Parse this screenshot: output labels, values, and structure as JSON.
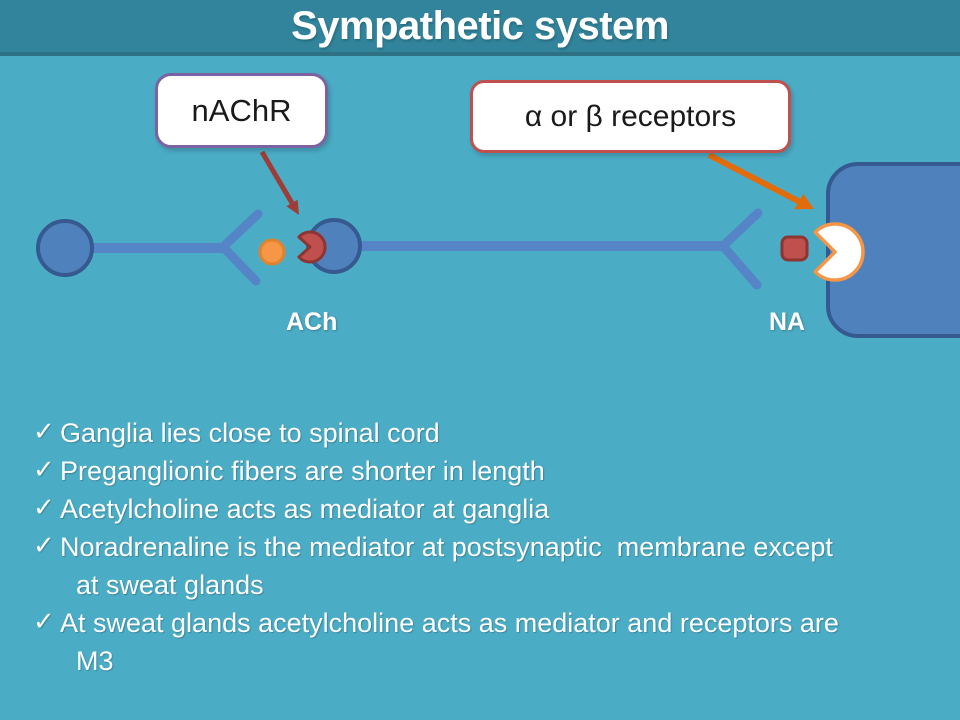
{
  "title_bar": {
    "title": "Sympathetic system"
  },
  "callouts": {
    "nachr": {
      "label": "nAChR"
    },
    "adrenergic": {
      "label": "α or β receptors"
    }
  },
  "diagram": {
    "labels": {
      "ach": "ACh",
      "na": "NA"
    },
    "elements": [
      "preganglionic-neuron-body",
      "preganglionic-axon",
      "preganglionic-terminal",
      "ach-vesicle",
      "nachr-receptor",
      "ganglion-neuron-body",
      "postganglionic-axon",
      "postganglionic-terminal",
      "na-vesicle",
      "adrenergic-receptor",
      "effector-organ"
    ]
  },
  "bullets": [
    {
      "check": "✓",
      "text": "Ganglia lies close to spinal cord"
    },
    {
      "check": "✓",
      "text": "Preganglionic fibers are shorter in length"
    },
    {
      "check": "✓",
      "text": "Acetylcholine acts as mediator at ganglia"
    },
    {
      "check": "✓",
      "text": "Noradrenaline is the mediator at postsynaptic  membrane except"
    },
    {
      "check": "",
      "text": "at sweat glands"
    },
    {
      "check": "✓",
      "text": "At sweat glands acetylcholine acts as mediator and receptors are"
    },
    {
      "check": "",
      "text": "M3"
    }
  ],
  "colors": {
    "background": "#4BACC6",
    "title_bar": "#31849B",
    "neuron_fill": "#4F81BD",
    "neuron_border": "#36598F",
    "axon": "#5585C7",
    "ach_vesicle": "#F79646",
    "ach_vesicle_border": "#E0832C",
    "red_receptor": "#C0504D",
    "red_receptor_border": "#8E3533",
    "white_receptor_border": "#F79646",
    "nachr_box_border": "#7D62A2",
    "adrenergic_box_border": "#C0504D",
    "red_arrow": "#9E3C38",
    "orange_arrow": "#E36C0A",
    "text": "#FFFFFF"
  }
}
